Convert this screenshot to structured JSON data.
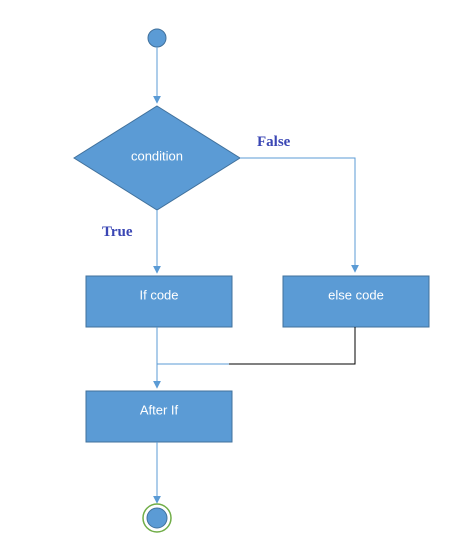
{
  "diagram": {
    "decision": {
      "label": "condition"
    },
    "branches": {
      "true_label": "True",
      "false_label": "False"
    },
    "boxes": {
      "if_code": "If code",
      "else_code": "else code",
      "after_if": "After If"
    }
  },
  "colors": {
    "node_fill": "#5b9bd5",
    "node_stroke": "#41719c",
    "connector": "#5b9bd5",
    "merge_line": "#000000",
    "end_ring": "#70ad47",
    "branch_text": "#3a46b4"
  }
}
